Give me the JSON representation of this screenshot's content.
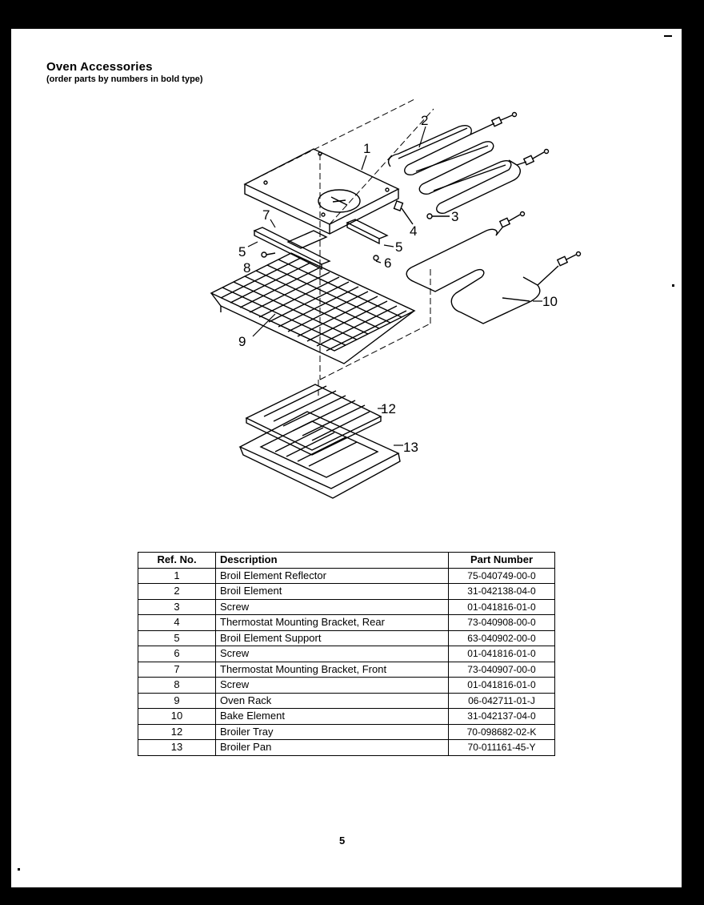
{
  "document": {
    "title": "Oven Accessories",
    "subtitle": "(order parts by numbers in bold type)",
    "page_number": "5"
  },
  "diagram": {
    "callouts": [
      "1",
      "2",
      "3",
      "4",
      "5",
      "5",
      "6",
      "7",
      "8",
      "9",
      "10",
      "12",
      "13"
    ]
  },
  "parts_table": {
    "headers": [
      "Ref. No.",
      "Description",
      "Part Number"
    ],
    "rows": [
      [
        "1",
        "Broil Element Reflector",
        "75-040749-00-0"
      ],
      [
        "2",
        "Broil Element",
        "31-042138-04-0"
      ],
      [
        "3",
        "Screw",
        "01-041816-01-0"
      ],
      [
        "4",
        "Thermostat Mounting Bracket, Rear",
        "73-040908-00-0"
      ],
      [
        "5",
        "Broil Element Support",
        "63-040902-00-0"
      ],
      [
        "6",
        "Screw",
        "01-041816-01-0"
      ],
      [
        "7",
        "Thermostat Mounting Bracket, Front",
        "73-040907-00-0"
      ],
      [
        "8",
        "Screw",
        "01-041816-01-0"
      ],
      [
        "9",
        "Oven Rack",
        "06-042711-01-J"
      ],
      [
        "10",
        "Bake Element",
        "31-042137-04-0"
      ],
      [
        "12",
        "Broiler Tray",
        "70-098682-02-K"
      ],
      [
        "13",
        "Broiler Pan",
        "70-011161-45-Y"
      ]
    ]
  }
}
